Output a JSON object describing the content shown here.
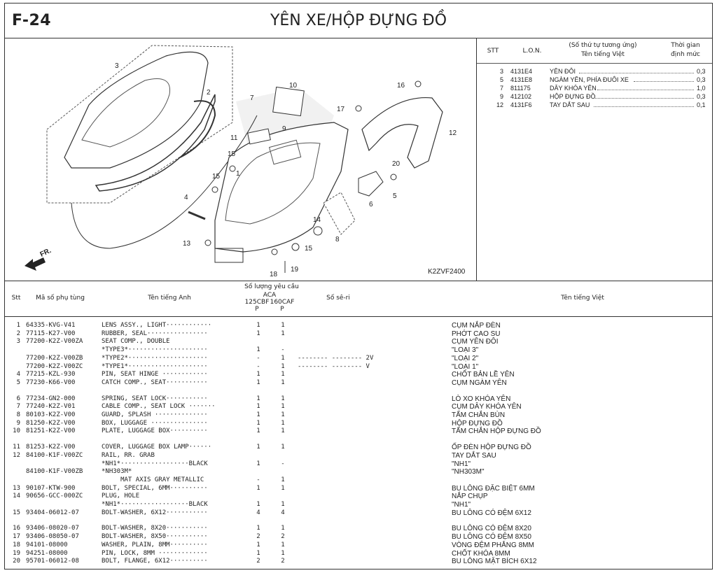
{
  "header": {
    "figure_code": "F-24",
    "title": "YÊN XE/HỘP ĐỰNG ĐỒ"
  },
  "diagram": {
    "ref_code": "K2ZVF2400",
    "direction": "FR.",
    "callouts": [
      "1",
      "2",
      "3",
      "4",
      "5",
      "6",
      "7",
      "8",
      "9",
      "10",
      "11",
      "12",
      "13",
      "14",
      "15",
      "15",
      "15",
      "16",
      "17",
      "18",
      "19",
      "20"
    ]
  },
  "lon_table": {
    "col_stt": "STT",
    "col_lon": "L.O.N.",
    "col_name_1": "(Số thứ tự tương ứng)",
    "col_name_2": "Tên tiếng Việt",
    "col_time_1": "Thời gian",
    "col_time_2": "định mức",
    "rows": [
      {
        "stt": "3",
        "lon": "4131E4",
        "name": "YÊN ĐÔI",
        "time": "0,3"
      },
      {
        "stt": "5",
        "lon": "4131E8",
        "name": "NGÀM YÊN, PHÍA ĐUÔI XE",
        "time": "0,3"
      },
      {
        "stt": "7",
        "lon": "811175",
        "name": "DÂY KHÓA YÊN",
        "time": "1,0"
      },
      {
        "stt": "9",
        "lon": "412102",
        "name": "HỘP ĐỰNG ĐỒ",
        "time": "0,3"
      },
      {
        "stt": "12",
        "lon": "4131F6",
        "name": "TAY DẮT SAU",
        "time": "0,1"
      }
    ]
  },
  "parts_table": {
    "col_stt": "Stt",
    "col_part": "Mã số phụ tùng",
    "col_en": "Tên tiếng Anh",
    "col_qty": "Số lượng yêu cầu",
    "col_qty_model": "ACA",
    "col_qty_v1": "125CBF",
    "col_qty_v2": "160CAF",
    "col_qty_p1": "P",
    "col_qty_p2": "P",
    "col_serial": "Số sê-ri",
    "col_vn": "Tên tiếng Việt",
    "rows": [
      {
        "stt": "1",
        "part": "64335-KVG-V41",
        "en": "LENS ASSY., LIGHT············",
        "q1": "1",
        "q2": "1",
        "serial": "",
        "vn": "CỤM NẮP ĐÈN"
      },
      {
        "stt": "2",
        "part": "77115-K27-V00",
        "en": "RUBBER, SEAL················",
        "q1": "1",
        "q2": "1",
        "serial": "",
        "vn": "PHỚT CAO SU"
      },
      {
        "stt": "3",
        "part": "77200-K2Z-V00ZA",
        "en": "SEAT COMP., DOUBLE",
        "q1": "",
        "q2": "",
        "serial": "",
        "vn": "CỤM YÊN ĐÔI"
      },
      {
        "stt": "",
        "part": "",
        "en": "*TYPE3*·····················",
        "q1": "1",
        "q2": "-",
        "serial": "",
        "vn": "\"LOẠI 3\""
      },
      {
        "stt": "",
        "part": "77200-K2Z-V00ZB",
        "en": "*TYPE2*·····················",
        "q1": "-",
        "q2": "1",
        "serial": "-------- -------- 2V",
        "vn": "\"LOẠI 2\""
      },
      {
        "stt": "",
        "part": "77200-K2Z-V00ZC",
        "en": "*TYPE1*·····················",
        "q1": "-",
        "q2": "1",
        "serial": "-------- -------- V",
        "vn": "\"LOẠI 1\""
      },
      {
        "stt": "4",
        "part": "77215-KZL-930",
        "en": "PIN, SEAT HINGE ············",
        "q1": "1",
        "q2": "1",
        "serial": "",
        "vn": "CHỐT BẢN LỀ YÊN"
      },
      {
        "stt": "5",
        "part": "77230-K66-V00",
        "en": "CATCH COMP., SEAT···········",
        "q1": "1",
        "q2": "1",
        "serial": "",
        "vn": "CỤM NGÀM YÊN"
      },
      {
        "stt": "6",
        "part": "77234-GN2-000",
        "en": "SPRING, SEAT LOCK···········",
        "q1": "1",
        "q2": "1",
        "serial": "",
        "vn": "LÒ XO KHÓA YÊN"
      },
      {
        "stt": "7",
        "part": "77240-K2Z-V01",
        "en": "CABLE COMP., SEAT LOCK ·······",
        "q1": "1",
        "q2": "1",
        "serial": "",
        "vn": "CỤM DÂY KHÓA YÊN"
      },
      {
        "stt": "8",
        "part": "80103-K2Z-V00",
        "en": "GUARD, SPLASH ··············",
        "q1": "1",
        "q2": "1",
        "serial": "",
        "vn": "TẤM CHẮN BÙN"
      },
      {
        "stt": "9",
        "part": "81250-K2Z-V00",
        "en": "BOX, LUGGAGE ···············",
        "q1": "1",
        "q2": "1",
        "serial": "",
        "vn": "HỘP ĐỰNG ĐỒ"
      },
      {
        "stt": "10",
        "part": "81251-K2Z-V00",
        "en": "PLATE, LUGGAGE BOX··········",
        "q1": "1",
        "q2": "1",
        "serial": "",
        "vn": "TẤM CHẮN HỘP ĐỰNG ĐỒ"
      },
      {
        "stt": "11",
        "part": "81253-K2Z-V00",
        "en": "COVER, LUGGAGE BOX LAMP······",
        "q1": "1",
        "q2": "1",
        "serial": "",
        "vn": "ỐP ĐÈN HỘP ĐỰNG ĐỒ"
      },
      {
        "stt": "12",
        "part": "84100-K1F-V00ZC",
        "en": "RAIL, RR. GRAB",
        "q1": "",
        "q2": "",
        "serial": "",
        "vn": "TAY DẮT SAU"
      },
      {
        "stt": "",
        "part": "",
        "en": "*NH1*··················BLACK",
        "q1": "1",
        "q2": "-",
        "serial": "",
        "vn": "\"NH1\""
      },
      {
        "stt": "",
        "part": "84100-K1F-V00ZB",
        "en": "*NH303M*",
        "q1": "",
        "q2": "",
        "serial": "",
        "vn": "\"NH303M\""
      },
      {
        "stt": "",
        "part": "",
        "en": "     MAT AXIS GRAY METALLIC",
        "q1": "-",
        "q2": "1",
        "serial": "",
        "vn": ""
      },
      {
        "stt": "13",
        "part": "90107-KTW-900",
        "en": "BOLT, SPECIAL, 6MM··········",
        "q1": "1",
        "q2": "1",
        "serial": "",
        "vn": "BU LÔNG ĐẶC BIỆT 6MM"
      },
      {
        "stt": "14",
        "part": "90656-GCC-000ZC",
        "en": "PLUG, HOLE",
        "q1": "",
        "q2": "",
        "serial": "",
        "vn": "NẮP CHỤP"
      },
      {
        "stt": "",
        "part": "",
        "en": "*NH1*··················BLACK",
        "q1": "1",
        "q2": "1",
        "serial": "",
        "vn": "\"NH1\""
      },
      {
        "stt": "15",
        "part": "93404-06012-07",
        "en": "BOLT-WASHER, 6X12···········",
        "q1": "4",
        "q2": "4",
        "serial": "",
        "vn": "BU LÔNG CÓ ĐỆM 6X12"
      },
      {
        "stt": "16",
        "part": "93406-08020-07",
        "en": "BOLT-WASHER, 8X20···········",
        "q1": "1",
        "q2": "1",
        "serial": "",
        "vn": "BU LÔNG CÓ ĐỆM 8X20"
      },
      {
        "stt": "17",
        "part": "93406-08050-07",
        "en": "BOLT-WASHER, 8X50···········",
        "q1": "2",
        "q2": "2",
        "serial": "",
        "vn": "BU LÔNG CÓ ĐỆM 8X50"
      },
      {
        "stt": "18",
        "part": "94101-08000",
        "en": "WASHER, PLAIN, 8MM··········",
        "q1": "1",
        "q2": "1",
        "serial": "",
        "vn": "VÒNG ĐỆM PHẲNG 8MM"
      },
      {
        "stt": "19",
        "part": "94251-08000",
        "en": "PIN, LOCK, 8MM ·············",
        "q1": "1",
        "q2": "1",
        "serial": "",
        "vn": "CHỐT KHÓA 8MM"
      },
      {
        "stt": "20",
        "part": "95701-06012-08",
        "en": "BOLT, FLANGE, 6X12··········",
        "q1": "2",
        "q2": "2",
        "serial": "",
        "vn": "BU LÔNG MẶT BÍCH 6X12"
      }
    ]
  }
}
